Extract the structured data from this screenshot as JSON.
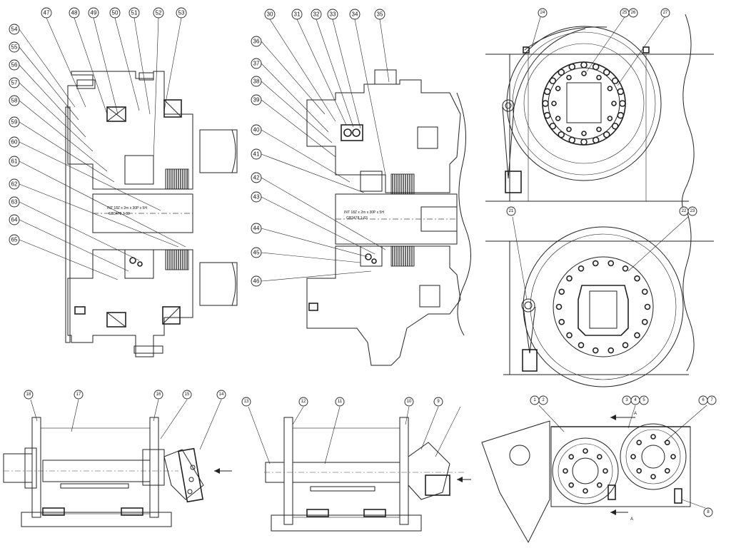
{
  "views": {
    "section_left": {
      "callouts_top": [
        "47",
        "48",
        "49",
        "50",
        "51",
        "52",
        "53"
      ],
      "callouts_side": [
        "54",
        "55",
        "56",
        "57",
        "58",
        "59",
        "60",
        "61",
        "62",
        "63",
        "64",
        "65"
      ],
      "shaft_label_line1": "INT 18Z x 2m x 30P x 5H",
      "shaft_label_line2": "GB3478.1-83"
    },
    "section_middle": {
      "callouts_top": [
        "30",
        "31",
        "32",
        "33",
        "34",
        "35"
      ],
      "callouts_side": [
        "36",
        "37",
        "38",
        "39",
        "40",
        "41",
        "42",
        "43",
        "44",
        "45",
        "46"
      ],
      "shaft_label_line1": "INT 18Z x 2m x 30P x 5H",
      "shaft_label_line2": "GB3478.1-83"
    },
    "end_view_top": {
      "callouts": [
        "24",
        "25",
        "26",
        "27"
      ]
    },
    "end_view_bottom": {
      "callouts": [
        "21",
        "22",
        "23"
      ]
    },
    "side_view_left": {
      "callouts": [
        "18",
        "17",
        "16",
        "15",
        "14"
      ]
    },
    "side_view_middle": {
      "callouts": [
        "13",
        "12",
        "11",
        "10",
        "9"
      ]
    },
    "assembly_view": {
      "callouts": [
        "1",
        "2",
        "3",
        "4",
        "5",
        "6",
        "7",
        "8"
      ],
      "arrow_label": "A"
    }
  }
}
